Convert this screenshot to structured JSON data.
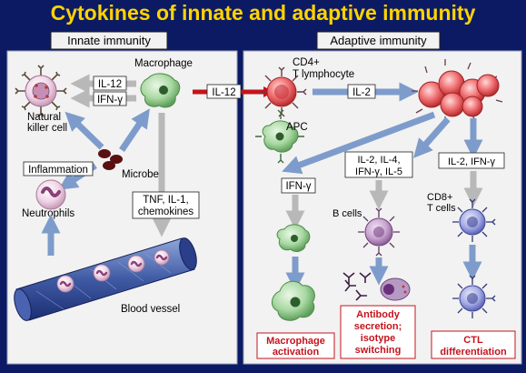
{
  "title": "Cytokines of innate and adaptive immunity",
  "panels": {
    "innate": "Innate immunity",
    "adaptive": "Adaptive immunity"
  },
  "innate": {
    "nk_label_1": "Natural",
    "nk_label_2": "killer cell",
    "macrophage": "Macrophage",
    "il12_box": "IL-12",
    "ifng_box": "IFN-γ",
    "inflammation": "Inflammation",
    "microbes": "Microbes",
    "neutrophils": "Neutrophils",
    "cytokine_box_1": "TNF, IL-1,",
    "cytokine_box_2": "chemokines",
    "blood_vessel": "Blood vessel"
  },
  "bridge": {
    "il12": "IL-12"
  },
  "adaptive": {
    "cd4_1": "CD4+",
    "cd4_2": "T lymphocyte",
    "apc": "APC",
    "il2": "IL-2",
    "il_box_1": "IL-2, IL-4,",
    "il_box_2": "IFN-γ, IL-5",
    "il2_ifng": "IL-2, IFN-γ",
    "ifng": "IFN-γ",
    "b_cells": "B cells",
    "cd8_1": "CD8+",
    "cd8_2": "T cells",
    "out_macrophage_1": "Macrophage",
    "out_macrophage_2": "activation",
    "out_antibody_1": "Antibody",
    "out_antibody_2": "secretion;",
    "out_antibody_3": "isotype",
    "out_antibody_4": "switching",
    "out_ctl_1": "CTL",
    "out_ctl_2": "differentiation"
  },
  "colors": {
    "background": "#0c1a64",
    "title": "#ffd400",
    "panel": "#f2f2f2",
    "arrow_blue": "#7e9ccb",
    "arrow_gray": "#b8b8b8",
    "arrow_red": "#c4141c",
    "outcome_text": "#c4141c"
  }
}
